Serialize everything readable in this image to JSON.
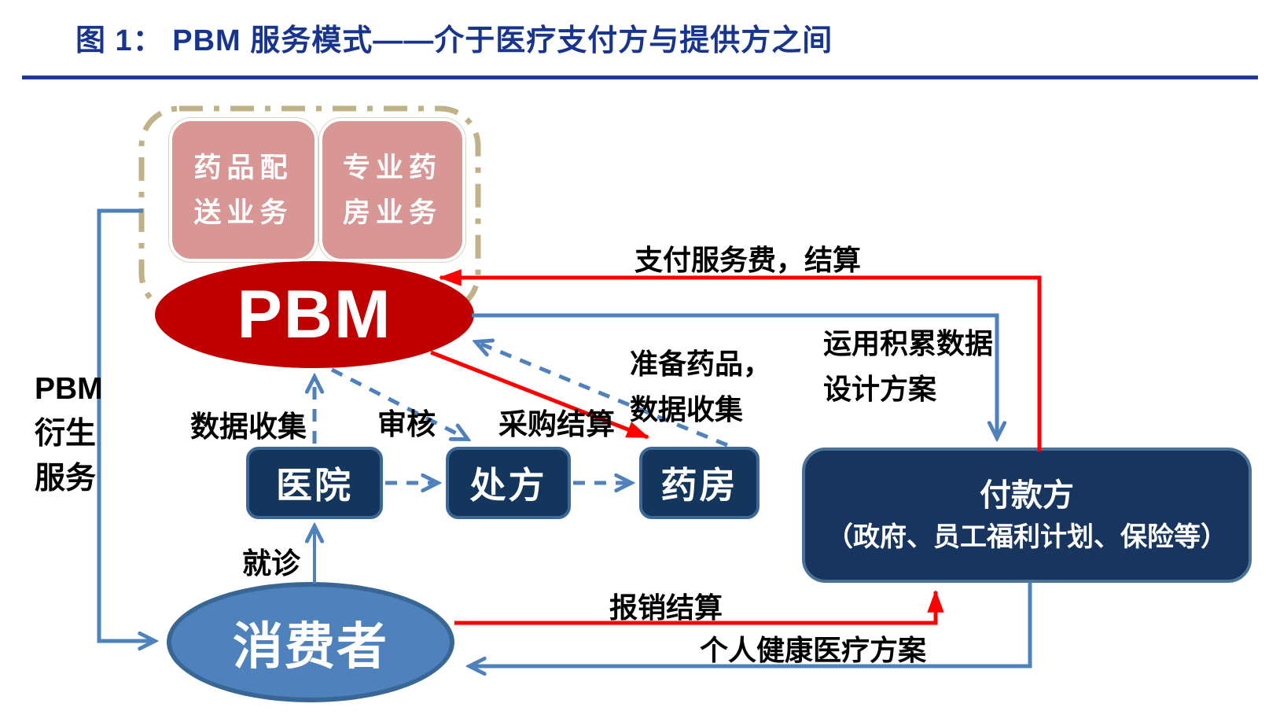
{
  "figure": {
    "title": "图 1：  PBM 服务模式——介于医疗支付方与提供方之间"
  },
  "colors": {
    "title_blue": "#17348F",
    "divider_blue": "#203A90",
    "pbm_red": "#C00000",
    "arrow_red": "#FF0000",
    "steel_blue": "#4F81BD",
    "navy_box": "#14355C",
    "payer_navy": "#17355E",
    "pink_box": "#D89694",
    "dashed_frame_tan": "#BFB289"
  },
  "nodes": {
    "pbm": "PBM",
    "consumer": "消费者",
    "hospital": "医院",
    "prescription": "处方",
    "pharmacy": "药房",
    "payer": {
      "title": "付款方",
      "subtitle": "（政府、员工福利计划、保险等）"
    },
    "drug_delivery": {
      "line1": "药品配",
      "line2": "送业务"
    },
    "specialty_pharmacy": {
      "line1": "专业药",
      "line2": "房业务"
    }
  },
  "edges": {
    "pay_service_fee": "支付服务费，结算",
    "use_data_line1": "运用积累数据",
    "use_data_line2": "设计方案",
    "prepare_line1": "准备药品，",
    "prepare_line2": "数据收集",
    "data_collection": "数据收集",
    "review": "审核",
    "purchase_settle": "采购结算",
    "visit": "就诊",
    "reimburse": "报销结算",
    "personal_plan": "个人健康医疗方案",
    "derived_line1": "PBM",
    "derived_line2": "衍生",
    "derived_line3": "服务"
  }
}
